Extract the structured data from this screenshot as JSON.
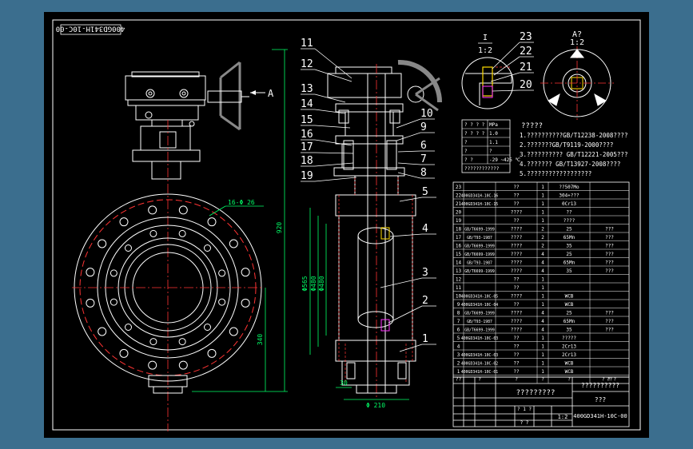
{
  "colors": {
    "canvas_border": "#3b6e8e",
    "canvas": "#000000",
    "frame": "#ffffff",
    "outline": "#ffffff",
    "hidden_line": "#ff3333",
    "dimension": "#00ff66",
    "table_text": "#ffffff",
    "gear": "#888888",
    "magenta": "#ff33ff",
    "yellow": "#ffdd00"
  },
  "drawing": {
    "code_box": "400GD341H-10C-00",
    "code_bottom": "400GD341H-10C-00",
    "view_arrow_label": "A",
    "detail_label_left": "I",
    "detail_scale_left": "1:2",
    "detail_label_right": "A?",
    "detail_scale_right": "1:2",
    "bolt_note": "16-Φ 26",
    "dim_height": "920",
    "dim_340": "340",
    "dim_width": "Φ 210",
    "dim_30": "30",
    "dim_vert_1": "Φ565",
    "dim_vert_2": "Φ480",
    "dim_vert_3": "Φ480"
  },
  "balloons_left": [
    "11",
    "12",
    "13",
    "14",
    "15",
    "16",
    "17",
    "18",
    "19"
  ],
  "balloons_right": [
    "10",
    "9",
    "6",
    "7",
    "8",
    "5",
    "4",
    "3",
    "2",
    "1"
  ],
  "detail_balloons": [
    "23",
    "22",
    "21",
    "20"
  ],
  "tech_title": "?????",
  "tech_notes": [
    "1.??????????GB/T12238-2008????",
    "2.???????GB/T9119-2000????",
    "3.?????????? GB/T12221-2005???",
    "4.??????? GB/T13927-2008????",
    "5.??????????????????"
  ],
  "spec_table": {
    "rows": [
      [
        "? ? ? ?",
        "MPa"
      ],
      [
        "? ? ? ?",
        "1.0"
      ],
      [
        "?",
        "1.1"
      ],
      [
        "?",
        "?"
      ],
      [
        "? ?",
        "-29 ~425 ℃"
      ],
      [
        "????????????",
        ""
      ]
    ]
  },
  "bom": {
    "rows": [
      {
        "no": "23",
        "code": "",
        "name": "??",
        "qty": "1",
        "mat": "??507Mo",
        "note": ""
      },
      {
        "no": "22",
        "code": "400GD341H-10C-16",
        "name": "??",
        "qty": "1",
        "mat": "304+???",
        "note": ""
      },
      {
        "no": "21",
        "code": "400GD341H-10C-15",
        "name": "??",
        "qty": "1",
        "mat": "0Cr13",
        "note": ""
      },
      {
        "no": "20",
        "code": "",
        "name": "????",
        "qty": "1",
        "mat": "??",
        "note": ""
      },
      {
        "no": "19",
        "code": "",
        "name": "??",
        "qty": "1",
        "mat": "????",
        "note": ""
      },
      {
        "no": "18",
        "code": "GB/T6699-1999",
        "name": "????",
        "qty": "2",
        "mat": "25",
        "note": "???"
      },
      {
        "no": "17",
        "code": "GB/T93-1987",
        "name": "????",
        "qty": "2",
        "mat": "65Mn",
        "note": "???"
      },
      {
        "no": "16",
        "code": "GB/T6699-1999",
        "name": "????",
        "qty": "2",
        "mat": "35",
        "note": "???"
      },
      {
        "no": "15",
        "code": "GB/T6699-1999",
        "name": "????",
        "qty": "4",
        "mat": "25",
        "note": "???"
      },
      {
        "no": "14",
        "code": "GB/T93-1987",
        "name": "????",
        "qty": "4",
        "mat": "65Mn",
        "note": "???"
      },
      {
        "no": "13",
        "code": "GB/T6699-1999",
        "name": "????",
        "qty": "4",
        "mat": "35",
        "note": "???"
      },
      {
        "no": "12",
        "code": "",
        "name": "??",
        "qty": "1",
        "mat": "",
        "note": ""
      },
      {
        "no": "11",
        "code": "",
        "name": "??",
        "qty": "1",
        "mat": "",
        "note": ""
      },
      {
        "no": "10",
        "code": "400GD341H-10C-05",
        "name": "????",
        "qty": "1",
        "mat": "WCB",
        "note": ""
      },
      {
        "no": "9",
        "code": "400GD341H-10C-04",
        "name": "??",
        "qty": "1",
        "mat": "WCB",
        "note": ""
      },
      {
        "no": "8",
        "code": "GB/T6699-1999",
        "name": "????",
        "qty": "4",
        "mat": "25",
        "note": "???"
      },
      {
        "no": "7",
        "code": "GB/T93-1987",
        "name": "????",
        "qty": "4",
        "mat": "65Mn",
        "note": "???"
      },
      {
        "no": "6",
        "code": "GB/T6699-1999",
        "name": "????",
        "qty": "4",
        "mat": "35",
        "note": "???"
      },
      {
        "no": "5",
        "code": "400GD341H-10C-03",
        "name": "??",
        "qty": "1",
        "mat": "?????",
        "note": ""
      },
      {
        "no": "4",
        "code": "",
        "name": "??",
        "qty": "1",
        "mat": "2Cr13",
        "note": ""
      },
      {
        "no": "3",
        "code": "400GD341H-10C-03",
        "name": "??",
        "qty": "1",
        "mat": "2Cr13",
        "note": ""
      },
      {
        "no": "2",
        "code": "400GD341H-10C-02",
        "name": "??",
        "qty": "1",
        "mat": "WCB",
        "note": ""
      },
      {
        "no": "1",
        "code": "400GD341H-10C-01",
        "name": "??",
        "qty": "1",
        "mat": "WCB",
        "note": ""
      }
    ],
    "header": {
      "no": "??",
      "code": "?",
      "name": "?",
      "qty": "?",
      "mat": "?",
      "note": "??"
    },
    "header_right": "? ? ?"
  },
  "title_block": {
    "title": "?????????",
    "company": "??????????",
    "drawing_name": "???",
    "scale": "1:2",
    "sheet": "? ?",
    "sheet_cell": "? 1 ?"
  }
}
